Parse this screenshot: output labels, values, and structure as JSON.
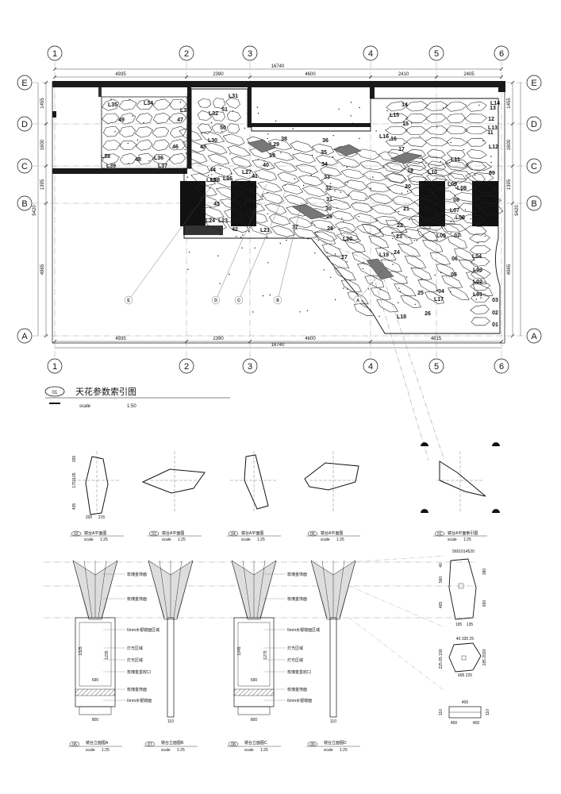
{
  "grid": {
    "cols": [
      "1",
      "2",
      "3",
      "4",
      "5",
      "6"
    ],
    "rows": [
      "E",
      "D",
      "C",
      "B",
      "A"
    ],
    "top_dims": [
      "4935",
      "2390",
      "4600",
      "2410",
      "2405"
    ],
    "top_total": "16740",
    "bottom_dims": [
      "4935",
      "2390",
      "4600",
      "4815"
    ],
    "bottom_total": "16740",
    "left_dims": [
      "1455",
      "1600",
      "1395",
      "4965"
    ],
    "left_total": "9420",
    "right_dims": [
      "1455",
      "1600",
      "1395",
      "4965"
    ],
    "right_total": "9420"
  },
  "panels_left": [
    "L35",
    "L34",
    "L33",
    "49",
    "47",
    "L32",
    "51",
    "L31",
    "50",
    "L30",
    "46",
    "45",
    "L38",
    "L39",
    "48",
    "L36",
    "L37",
    "44",
    "L28",
    "L25",
    "L26",
    "43",
    "L24",
    "L23",
    "L27",
    "L22",
    "L21",
    "42",
    "41",
    "40",
    "39",
    "38",
    "L29"
  ],
  "panels_center": [
    "36",
    "35",
    "34",
    "33",
    "32",
    "31",
    "30",
    "29",
    "28",
    "37",
    "27",
    "L20",
    "L19",
    "26",
    "25",
    "24",
    "23",
    "22",
    "21",
    "20",
    "19",
    "18",
    "17",
    "16",
    "15",
    "L16",
    "L18",
    "L17"
  ],
  "panels_right": [
    "14",
    "L14",
    "13",
    "12",
    "L13",
    "11",
    "L12",
    "L11",
    "L15",
    "L10",
    "09",
    "L09",
    "L08",
    "08",
    "L07",
    "L06",
    "07",
    "L05",
    "06",
    "L04",
    "L03",
    "05",
    "L02",
    "04",
    "L01",
    "03",
    "02",
    "01"
  ],
  "section_markers": [
    "E",
    "D",
    "C",
    "B",
    "A"
  ],
  "main_title": {
    "num": "01",
    "title": "天花参数索引图",
    "scale_label": "scale",
    "scale_value": "1:50"
  },
  "details": [
    {
      "num": "02",
      "title": "镜台A平面图",
      "scale": "scale",
      "value": "1:25"
    },
    {
      "num": "03",
      "title": "镜台A平面图",
      "scale": "scale",
      "value": "1:25"
    },
    {
      "num": "04",
      "title": "镜台A平面图",
      "scale": "scale",
      "value": "1:25"
    },
    {
      "num": "05",
      "title": "镜台A平面图",
      "scale": "scale",
      "value": "1:25"
    },
    {
      "num": "01",
      "title": "镜台A平面索引图",
      "scale": "scale",
      "value": "1:25"
    }
  ],
  "elevations": [
    {
      "num": "06",
      "title": "镜台立面图A",
      "scale": "scale",
      "value": "1:25"
    },
    {
      "num": "07",
      "title": "镜台立面图B",
      "scale": "scale",
      "value": "1:25"
    },
    {
      "num": "08",
      "title": "镜台立面图C",
      "scale": "scale",
      "value": "1:25"
    },
    {
      "num": "09",
      "title": "镜台立面图D",
      "scale": "scale",
      "value": "1:25"
    }
  ],
  "elev_notes": [
    "玫瑰金饰面",
    "玫瑰金饰面",
    "6mm水银镜面区域",
    "灯光区域",
    "灯光区域",
    "玫瑰金盒收口",
    "玫瑰金饰面",
    "6mm水银镜面"
  ],
  "elev_dims": {
    "a_top": "1325",
    "a_mid": "690",
    "a_w": "800",
    "a_side": "1235",
    "b_w": "110",
    "c_top": "1245",
    "c_side": "1275",
    "c_mid": "690",
    "c_w": "800",
    "d_w": "110"
  },
  "small_dims": {
    "d02_h": "1751105",
    "d02_h2": "265",
    "d02_b": "405",
    "d02_w": "200",
    "d02_w2": "215"
  },
  "right_details": {
    "r1_top": "5651014520",
    "r1_h1": "380",
    "r1_h2": "660",
    "r1_l1": "560",
    "r1_l2": "465",
    "r1_b1": "195",
    "r1_b2": "135",
    "r1_c": "40",
    "r2_top": "40  335  25",
    "r2_l": "225 65 190",
    "r2_r": "185 2020",
    "r2_b": "695  225",
    "r3_w1": "400",
    "r3_w2": "400",
    "r3_w3": "400",
    "r3_h1": "110",
    "r3_h2": "110"
  }
}
